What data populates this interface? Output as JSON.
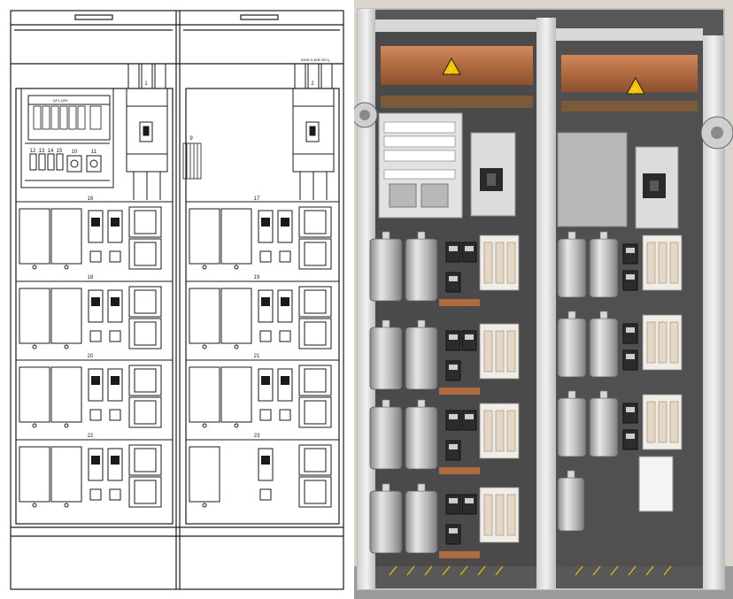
{
  "drawing": {
    "header_text": "54KВ 0,4КВ 50ГЦ",
    "relay_label": "QF1-QF6",
    "breaker_labels": [
      "1",
      "2"
    ],
    "small_labels": [
      "12",
      "13",
      "14",
      "15",
      "10",
      "11"
    ],
    "rack_label": "9",
    "cell_labels": [
      "16",
      "17",
      "18",
      "19",
      "20",
      "21",
      "22",
      "23"
    ]
  },
  "photo": {
    "warning_symbols": [
      "⚡",
      "⚡"
    ]
  },
  "colors": {
    "line": "#1a1a1a",
    "copper": "#b8764a",
    "panel": "#d4d4d4",
    "warning": "#f2c500"
  }
}
